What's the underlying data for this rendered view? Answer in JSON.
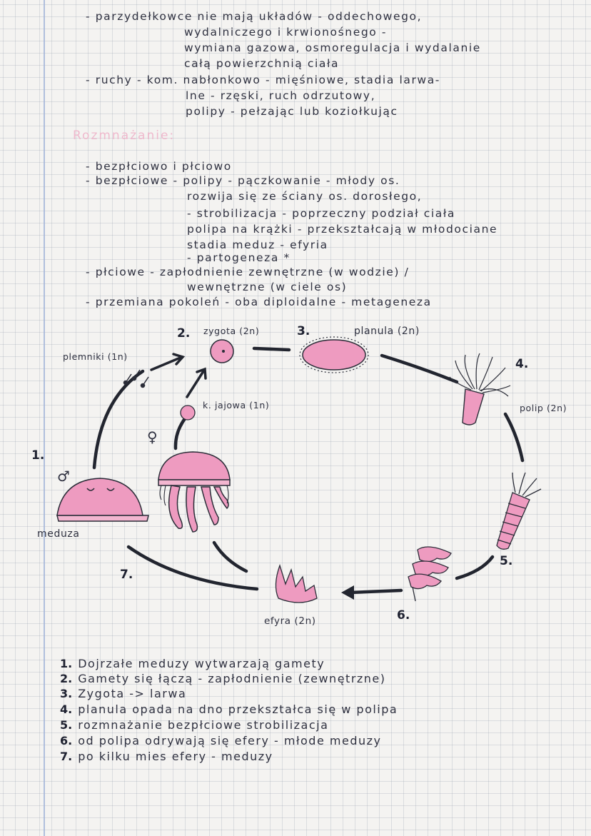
{
  "notes": {
    "line1": "- parzydełkowce nie mają układów - oddechowego,",
    "line2": "wydalniczego i krwionośnego -",
    "line3": "wymiana gazowa, osmoregulacja i wydalanie",
    "line4": "całą powierzchnią ciała",
    "line5": "- ruchy - kom. nabłonkowo - mięśniowe, stadia larwa-",
    "line6": "lne - rzęski, ruch odrzutowy,",
    "line7": "polipy - pełzając lub koziołkując"
  },
  "heading": "Rozmnażanie:",
  "reproduction": {
    "line1": "- bezpłciowo i płciowo",
    "line2": "- bezpłciowe - polipy - pączkowanie - młody os.",
    "line3": "rozwija się ze ściany os. dorosłego,",
    "line4": "- strobilizacja - poprzeczny podział ciała",
    "line5": "polipa na krążki - przekształcają w młodociane",
    "line6": "stadia meduz - efyria",
    "line7": "- partogeneza *",
    "line8": "- płciowe - zapłodnienie zewnętrzne (w wodzie) /",
    "line9": "wewnętrzne (w ciele os)",
    "line10": "- przemiana pokoleń - oba diploidalne - metageneza"
  },
  "diagram": {
    "n1": "1.",
    "n2": "2.",
    "n3": "3.",
    "n4": "4.",
    "n5": "5.",
    "n6": "6.",
    "n7": "7.",
    "zygota": "zygota (2n)",
    "planula": "planula (2n)",
    "plemniki": "plemniki (1n)",
    "jajowa": "k. jajowa (1n)",
    "polip": "polip (2n)",
    "meduza": "meduza",
    "efyra": "efyra (2n)",
    "male_symbol": "♂",
    "female_symbol": "♀"
  },
  "steps": [
    {
      "num": "1.",
      "text": "Dojrzałe meduzy wytwarzają gamety"
    },
    {
      "num": "2.",
      "text": "Gamety się łączą - zapłodnienie (zewnętrzne)"
    },
    {
      "num": "3.",
      "text": "Zygota -> larwa"
    },
    {
      "num": "4.",
      "text": "planula opada na dno przekształca się w polipa"
    },
    {
      "num": "5.",
      "text": "rozmnażanie bezpłciowe strobilizacja"
    },
    {
      "num": "6.",
      "text": "od polipa odrywają się efery - młode meduzy"
    },
    {
      "num": "7.",
      "text": "po kilku mies efery - meduzy"
    }
  ],
  "colors": {
    "pink": "#e98ab4",
    "ink": "#2f3140",
    "heading": "#efb9cd"
  }
}
